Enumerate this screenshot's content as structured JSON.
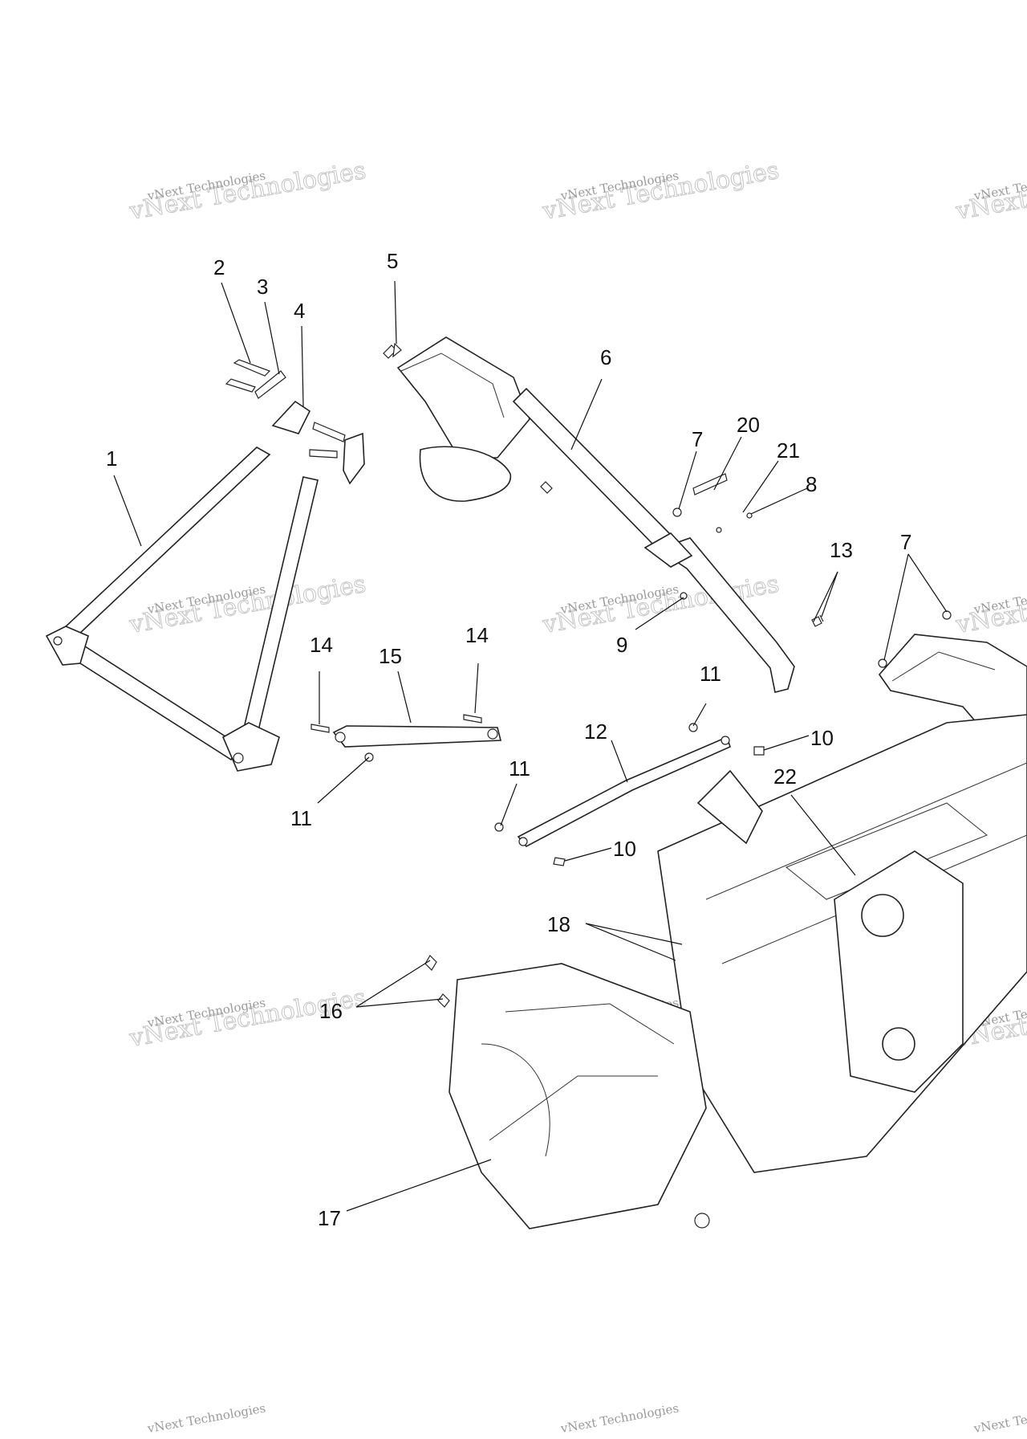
{
  "watermark": {
    "text": "vNext Technologies"
  },
  "callouts": [
    {
      "id": "c1",
      "label": "1"
    },
    {
      "id": "c2",
      "label": "2"
    },
    {
      "id": "c3",
      "label": "3"
    },
    {
      "id": "c4",
      "label": "4"
    },
    {
      "id": "c5",
      "label": "5"
    },
    {
      "id": "c6",
      "label": "6"
    },
    {
      "id": "c7a",
      "label": "7"
    },
    {
      "id": "c7b",
      "label": "7"
    },
    {
      "id": "c8",
      "label": "8"
    },
    {
      "id": "c9",
      "label": "9"
    },
    {
      "id": "c10a",
      "label": "10"
    },
    {
      "id": "c10b",
      "label": "10"
    },
    {
      "id": "c11a",
      "label": "11"
    },
    {
      "id": "c11b",
      "label": "11"
    },
    {
      "id": "c11c",
      "label": "11"
    },
    {
      "id": "c12",
      "label": "12"
    },
    {
      "id": "c13",
      "label": "13"
    },
    {
      "id": "c14a",
      "label": "14"
    },
    {
      "id": "c14b",
      "label": "14"
    },
    {
      "id": "c15",
      "label": "15"
    },
    {
      "id": "c16",
      "label": "16"
    },
    {
      "id": "c17",
      "label": "17"
    },
    {
      "id": "c18",
      "label": "18"
    },
    {
      "id": "c20",
      "label": "20"
    },
    {
      "id": "c21",
      "label": "21"
    },
    {
      "id": "c22",
      "label": "22"
    }
  ]
}
